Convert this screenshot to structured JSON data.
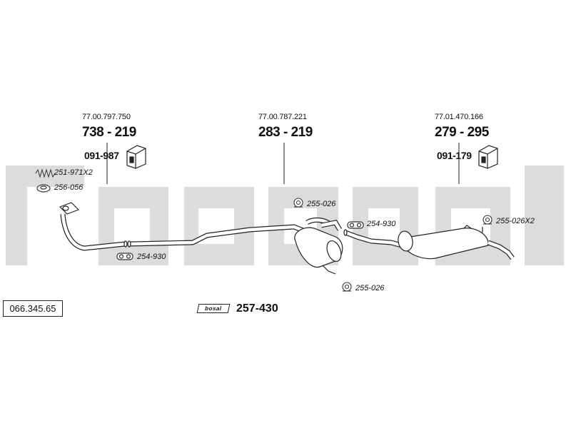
{
  "catalog_number": "066.345.65",
  "kit": {
    "number": "257-430",
    "logo_text": "bosal"
  },
  "watermark_icon": "bosal-logo-watermark",
  "sections": {
    "front": {
      "oem": "77.00.797.750",
      "part": "738 - 219",
      "mount": "091-987",
      "mount_icon": "rubber-hanger-icon"
    },
    "middle": {
      "oem": "77.00.787.221",
      "part": "283 - 219"
    },
    "rear": {
      "oem": "77.01.470.166",
      "part": "279 - 295",
      "mount": "091-179",
      "mount_icon": "rubber-hanger-icon"
    }
  },
  "fittings": {
    "spring": {
      "label": "251-971X2",
      "icon": "spring-icon"
    },
    "gasket": {
      "label": "256-056",
      "icon": "gasket-ring-icon"
    },
    "clamp_front": {
      "label": "254-930",
      "icon": "clamp-icon"
    },
    "clamp_rear": {
      "label": "254-930",
      "icon": "clamp-icon"
    },
    "rubber_top": {
      "label": "255-026",
      "icon": "rubber-ring-icon"
    },
    "rubber_bottom": {
      "label": "255-026",
      "icon": "rubber-ring-icon"
    },
    "rubber_rear": {
      "label": "255-026X2",
      "icon": "rubber-ring-icon"
    }
  }
}
